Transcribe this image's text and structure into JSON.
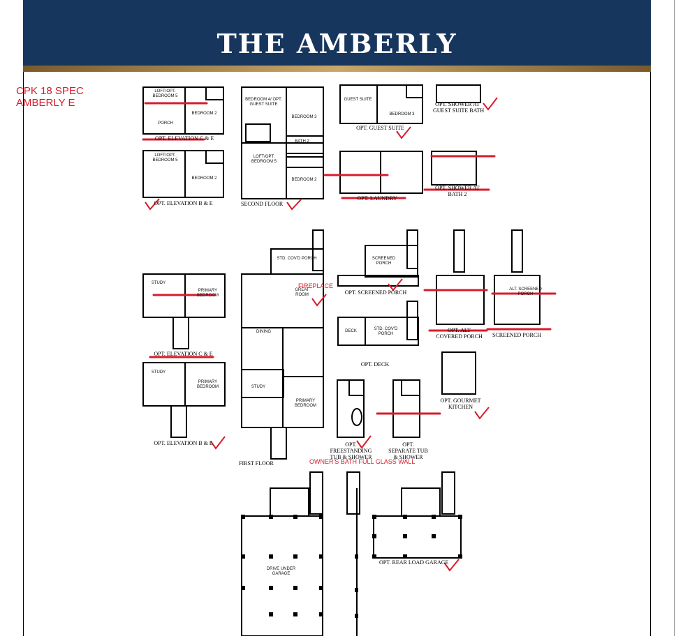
{
  "header": {
    "title": "THE AMBERLY"
  },
  "notes": {
    "spec_line1": "CPK 18 SPEC",
    "spec_line2": "AMBERLY E",
    "fireplace": "FIREPLACE",
    "glass_wall": "OWNER'S BATH FULL GLASS WALL"
  },
  "labels": {
    "opt_elev_ce_top": "OPT. ELEVATION C & E",
    "opt_elev_be_top": "OPT. ELEVATION B & E",
    "second_floor": "SECOND FLOOR",
    "opt_guest_suite": "OPT. GUEST SUITE",
    "opt_shower_guest_line1": "OPT. SHOWER AT",
    "opt_shower_guest_line2": "GUEST SUITE BATH",
    "opt_laundry": "OPT. LAUNDRY",
    "opt_shower_bath2_line1": "OPT. SHOWER AT",
    "opt_shower_bath2_line2": "BATH 2",
    "opt_screened_porch": "OPT. SCREENED PORCH",
    "opt_alt_covered_line1": "OPT. ALT",
    "opt_alt_covered_line2": "COVERED PORCH",
    "screened_porch": "SCREENED PORCH",
    "opt_deck": "OPT. DECK",
    "opt_elev_ce_mid": "OPT. ELEVATION C & E",
    "opt_elev_be_mid": "OPT. ELEVATION B & E",
    "first_floor": "FIRST FLOOR",
    "opt_gourmet_line1": "OPT. GOURMET",
    "opt_gourmet_line2": "KITCHEN",
    "opt_freestanding_line1": "OPT.",
    "opt_freestanding_line2": "FREESTANDING",
    "opt_freestanding_line3": "TUB & SHOWER",
    "opt_separate_line1": "OPT.",
    "opt_separate_line2": "SEPARATE TUB",
    "opt_separate_line3": "& SHOWER",
    "opt_rear_load_garage": "OPT. REAR LOAD GARAGE"
  },
  "rooms": {
    "loft_bed5_a": "LOFT/OPT. BEDROOM 5",
    "bedroom2_a": "BEDROOM 2",
    "porch_a": "PORCH",
    "loft_bed5_b": "LOFT/OPT. BEDROOM 5",
    "bedroom2_b": "BEDROOM 2",
    "bedroom4": "BEDROOM 4/ OPT. GUEST SUITE",
    "bedroom3": "BEDROOM 3",
    "bath2": "BATH 2",
    "loft_bed5_c": "LOFT/OPT. BEDROOM 5",
    "bedroom2_c": "BEDROOM 2",
    "guest_suite": "GUEST SUITE",
    "bedroom3_g": "BEDROOM 3",
    "std_covd_porch": "STD. COV'D PORCH",
    "great_room": "GREAT ROOM",
    "dining": "DINING",
    "study_f": "STUDY",
    "primary_bedroom_f": "PRIMARY BEDROOM",
    "screened_porch_r": "SCREENED PORCH",
    "deck": "DECK",
    "std_covd_porch2": "STD. COV'D PORCH",
    "alt_screened": "ALT. SCREENED PORCH",
    "study_ce": "STUDY",
    "primary_ce": "PRIMARY BEDROOM",
    "study_be": "STUDY",
    "primary_be": "PRIMARY BEDROOM",
    "drive_under": "DRIVE UNDER GARAGE"
  },
  "colors": {
    "banner": "#17365d",
    "accent_red": "#d81b2b"
  }
}
